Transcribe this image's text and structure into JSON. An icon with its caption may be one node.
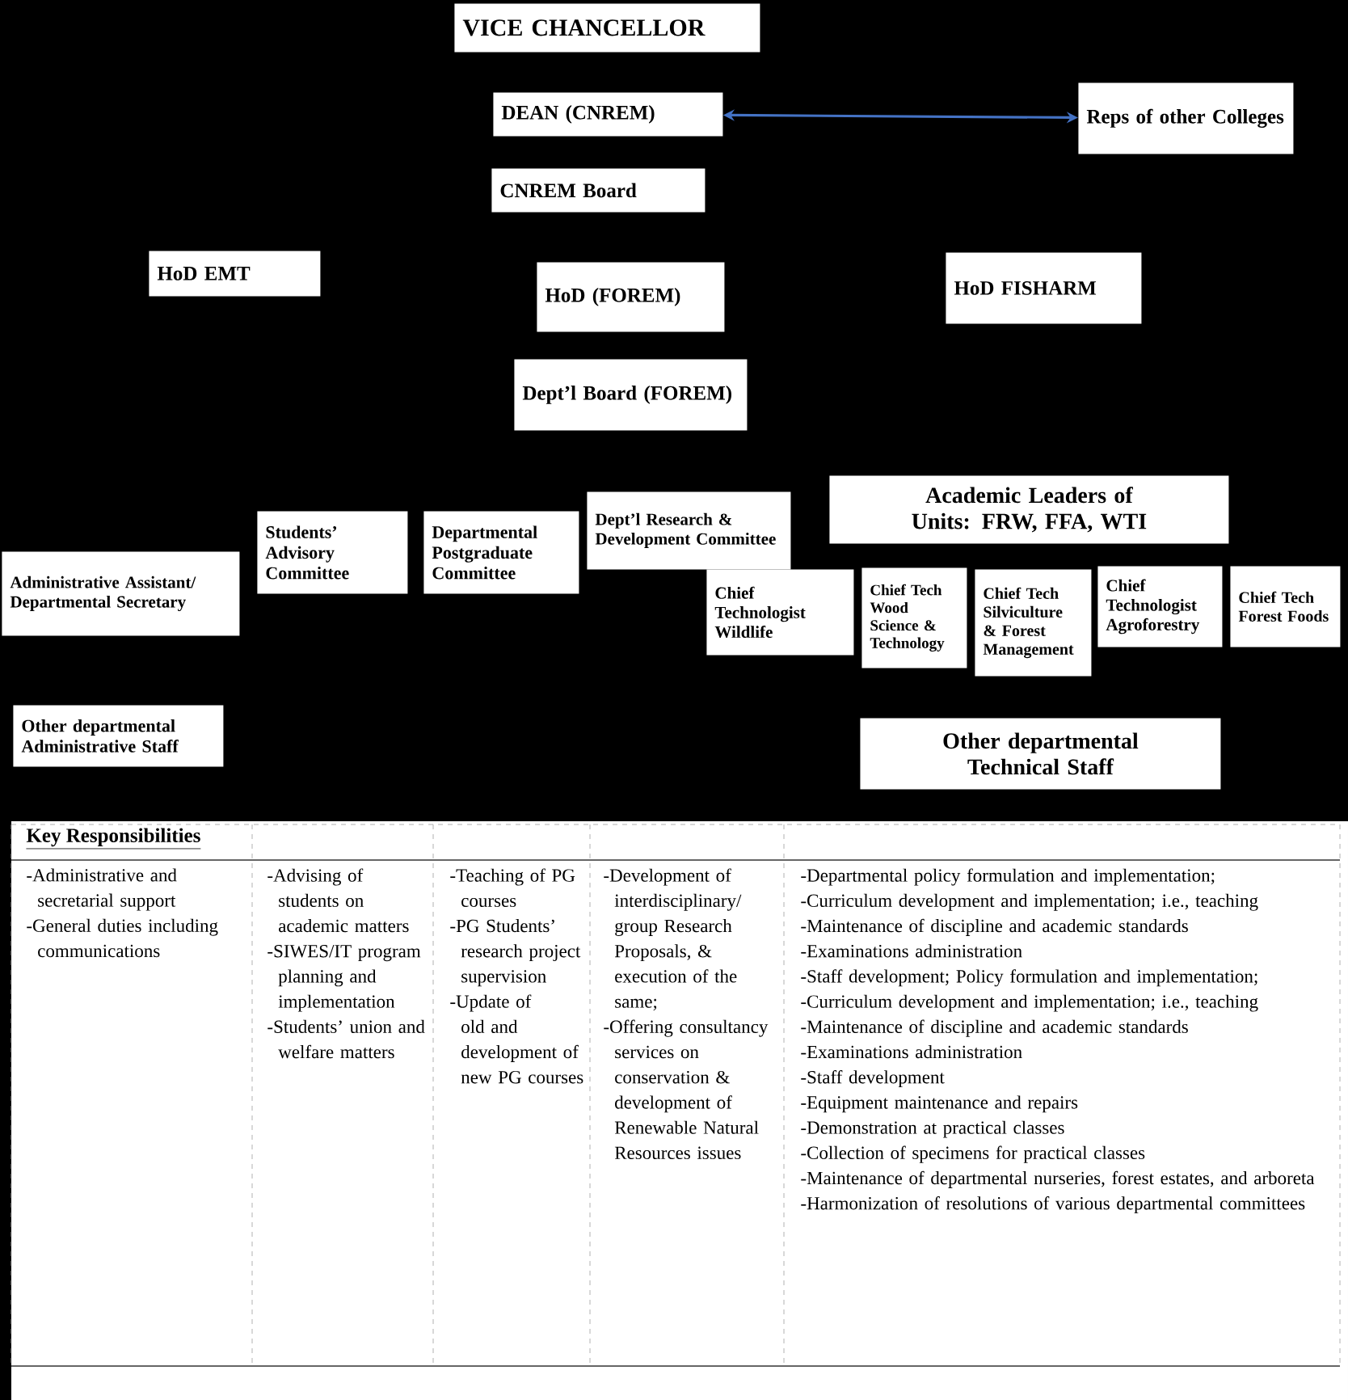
{
  "diagram": {
    "nodes": [
      {
        "text": [
          "VICE CHANCELLOR"
        ]
      },
      {
        "text": [
          "DEAN (CNREM)"
        ]
      },
      {
        "text": [
          "Reps of other Colleges"
        ]
      },
      {
        "text": [
          "CNREM Board"
        ]
      },
      {
        "text": [
          "HoD EMT"
        ]
      },
      {
        "text": [
          "HoD (FOREM)"
        ]
      },
      {
        "text": [
          "HoD FISHARM"
        ]
      },
      {
        "text": [
          "Dept’l Board (FOREM)"
        ]
      },
      {
        "text": [
          "Academic Leaders of Units: FRW, FFA, WTI"
        ]
      },
      {
        "text": [
          "Students’ Advisory Committee"
        ]
      },
      {
        "text": [
          "Departmental Postgraduate Committee"
        ]
      },
      {
        "text": [
          "Dept’l Research & Development Committee"
        ]
      },
      {
        "text": [
          "Administrative Assistant/ Departmental Secretary"
        ]
      },
      {
        "text": [
          "Chief Technologist Wildlife"
        ]
      },
      {
        "text": [
          "Chief Tech Wood Science & Technology"
        ]
      },
      {
        "text": [
          "Chief Tech Silviculture & Forest Management"
        ]
      },
      {
        "text": [
          "Chief Technologist Agroforestry"
        ]
      },
      {
        "text": [
          "Chief Tech Forest Foods"
        ]
      },
      {
        "text": [
          "Other departmental Administrative Staff"
        ]
      },
      {
        "text": [
          "Other departmental Technical Staff"
        ]
      }
    ],
    "edges": [
      {
        "from": 1,
        "to": 2,
        "arrow": "both",
        "color": "#4472c4"
      }
    ],
    "labels": [
      "Key Responsibilities",
      "-Administrative and secretarial support",
      "-General duties including communications",
      "-Advising of students on academic matters",
      "-SIWES/IT program planning and implementation",
      "-Students’ union and welfare matters",
      "-Teaching of PG courses",
      "-PG Students’ research project supervision",
      "-Update of old and development of new PG courses",
      "-Development of interdisciplinary/ group Research Proposals, & execution of the same;",
      "-Offering consultancy services on conservation & development of Renewable Natural Resources issues",
      "-Departmental policy formulation and implementation;",
      "-Curriculum development and implementation; i.e., teaching",
      "-Maintenance of discipline and academic standards",
      "-Examinations administration",
      "-Staff development; Policy formulation and implementation;",
      "-Curriculum development and implementation; i.e., teaching",
      "-Maintenance of discipline and academic standards",
      "-Examinations administration",
      "-Staff development",
      "-Equipment maintenance and repairs",
      "-Demonstration at practical classes",
      "-Collection of specimens for practical classes",
      "-Maintenance of departmental nurseries, forest estates, and arboreta",
      "-Harmonization of resolutions of various departmental committees"
    ]
  }
}
